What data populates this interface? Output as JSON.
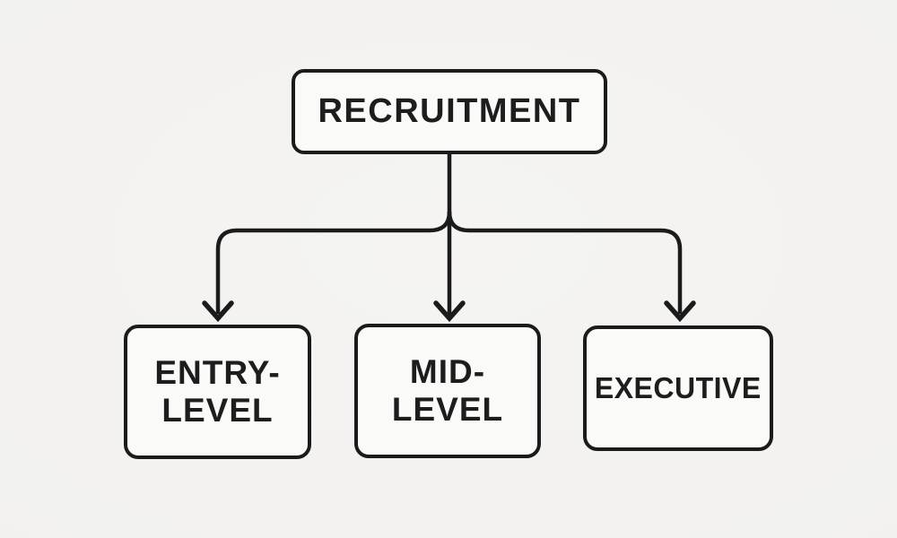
{
  "colors": {
    "background": "#f2f1ef",
    "node_fill": "#fafaf8",
    "line": "#1b1b1b",
    "text": "#1d1d1d"
  },
  "diagram": {
    "type": "flowchart-hierarchy",
    "nodes": {
      "recruitment": {
        "label": "RECRUITMENT"
      },
      "entry_level": {
        "lines": [
          "ENTRY-",
          "LEVEL"
        ]
      },
      "mid_level": {
        "lines": [
          "MID-",
          "LEVEL"
        ]
      },
      "executive": {
        "label": "EXECUTIVE"
      }
    },
    "edges": [
      {
        "from": "recruitment",
        "to": "entry_level"
      },
      {
        "from": "recruitment",
        "to": "mid_level"
      },
      {
        "from": "recruitment",
        "to": "executive"
      }
    ]
  }
}
